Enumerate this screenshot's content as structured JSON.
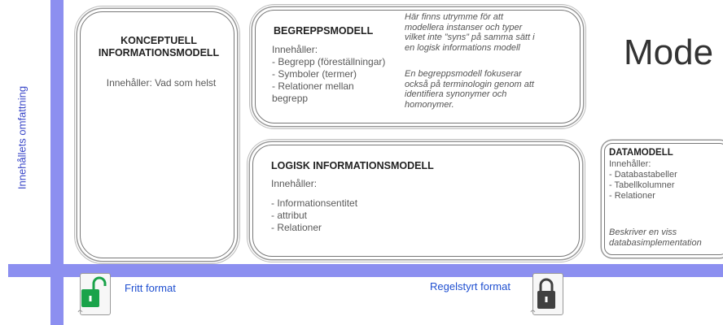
{
  "axis": {
    "vertical_label": "Innehållets omfattning",
    "left_label": "Fritt format",
    "right_label": "Regelstyrt format"
  },
  "konceptuell": {
    "title_line1": "KONCEPTUELL",
    "title_line2": "INFORMATIONSMODELL",
    "content": "Innehåller: Vad som helst"
  },
  "begrepp": {
    "title": "BEGREPPSMODELL",
    "heading": "Innehåller:",
    "items": [
      "- Begrepp (föreställningar)",
      "- Symboler (termer)",
      "- Relationer mellan",
      "begrepp"
    ],
    "note1": [
      "Här finns utrymme för att",
      "modellera instanser och typer",
      "vilket inte ”syns” på samma sätt i",
      "en logisk informations modell"
    ],
    "note2": [
      "En begreppsmodell fokuserar",
      "också på terminologin genom att",
      "identifiera synonymer och",
      "homonymer."
    ]
  },
  "logisk": {
    "title": "LOGISK INFORMATIONSMODELL",
    "heading": "Innehåller:",
    "items": [
      "- Informationsentitet",
      "- attribut",
      "- Relationer"
    ]
  },
  "data": {
    "title": "DATAMODELL",
    "heading": "Innehåller:",
    "items": [
      "- Databastabeller",
      "- Tabellkolumner",
      "- Relationer"
    ],
    "note": [
      "Beskriver en viss",
      "databasimplementation"
    ]
  },
  "big_title": "Mode",
  "colors": {
    "axis": "#8c8ff0",
    "label": "#1f4fd0",
    "unlock": "#1aa34a",
    "lock": "#404040"
  },
  "icons": {
    "left": "unlocked-padlock-icon",
    "right": "locked-padlock-icon"
  }
}
